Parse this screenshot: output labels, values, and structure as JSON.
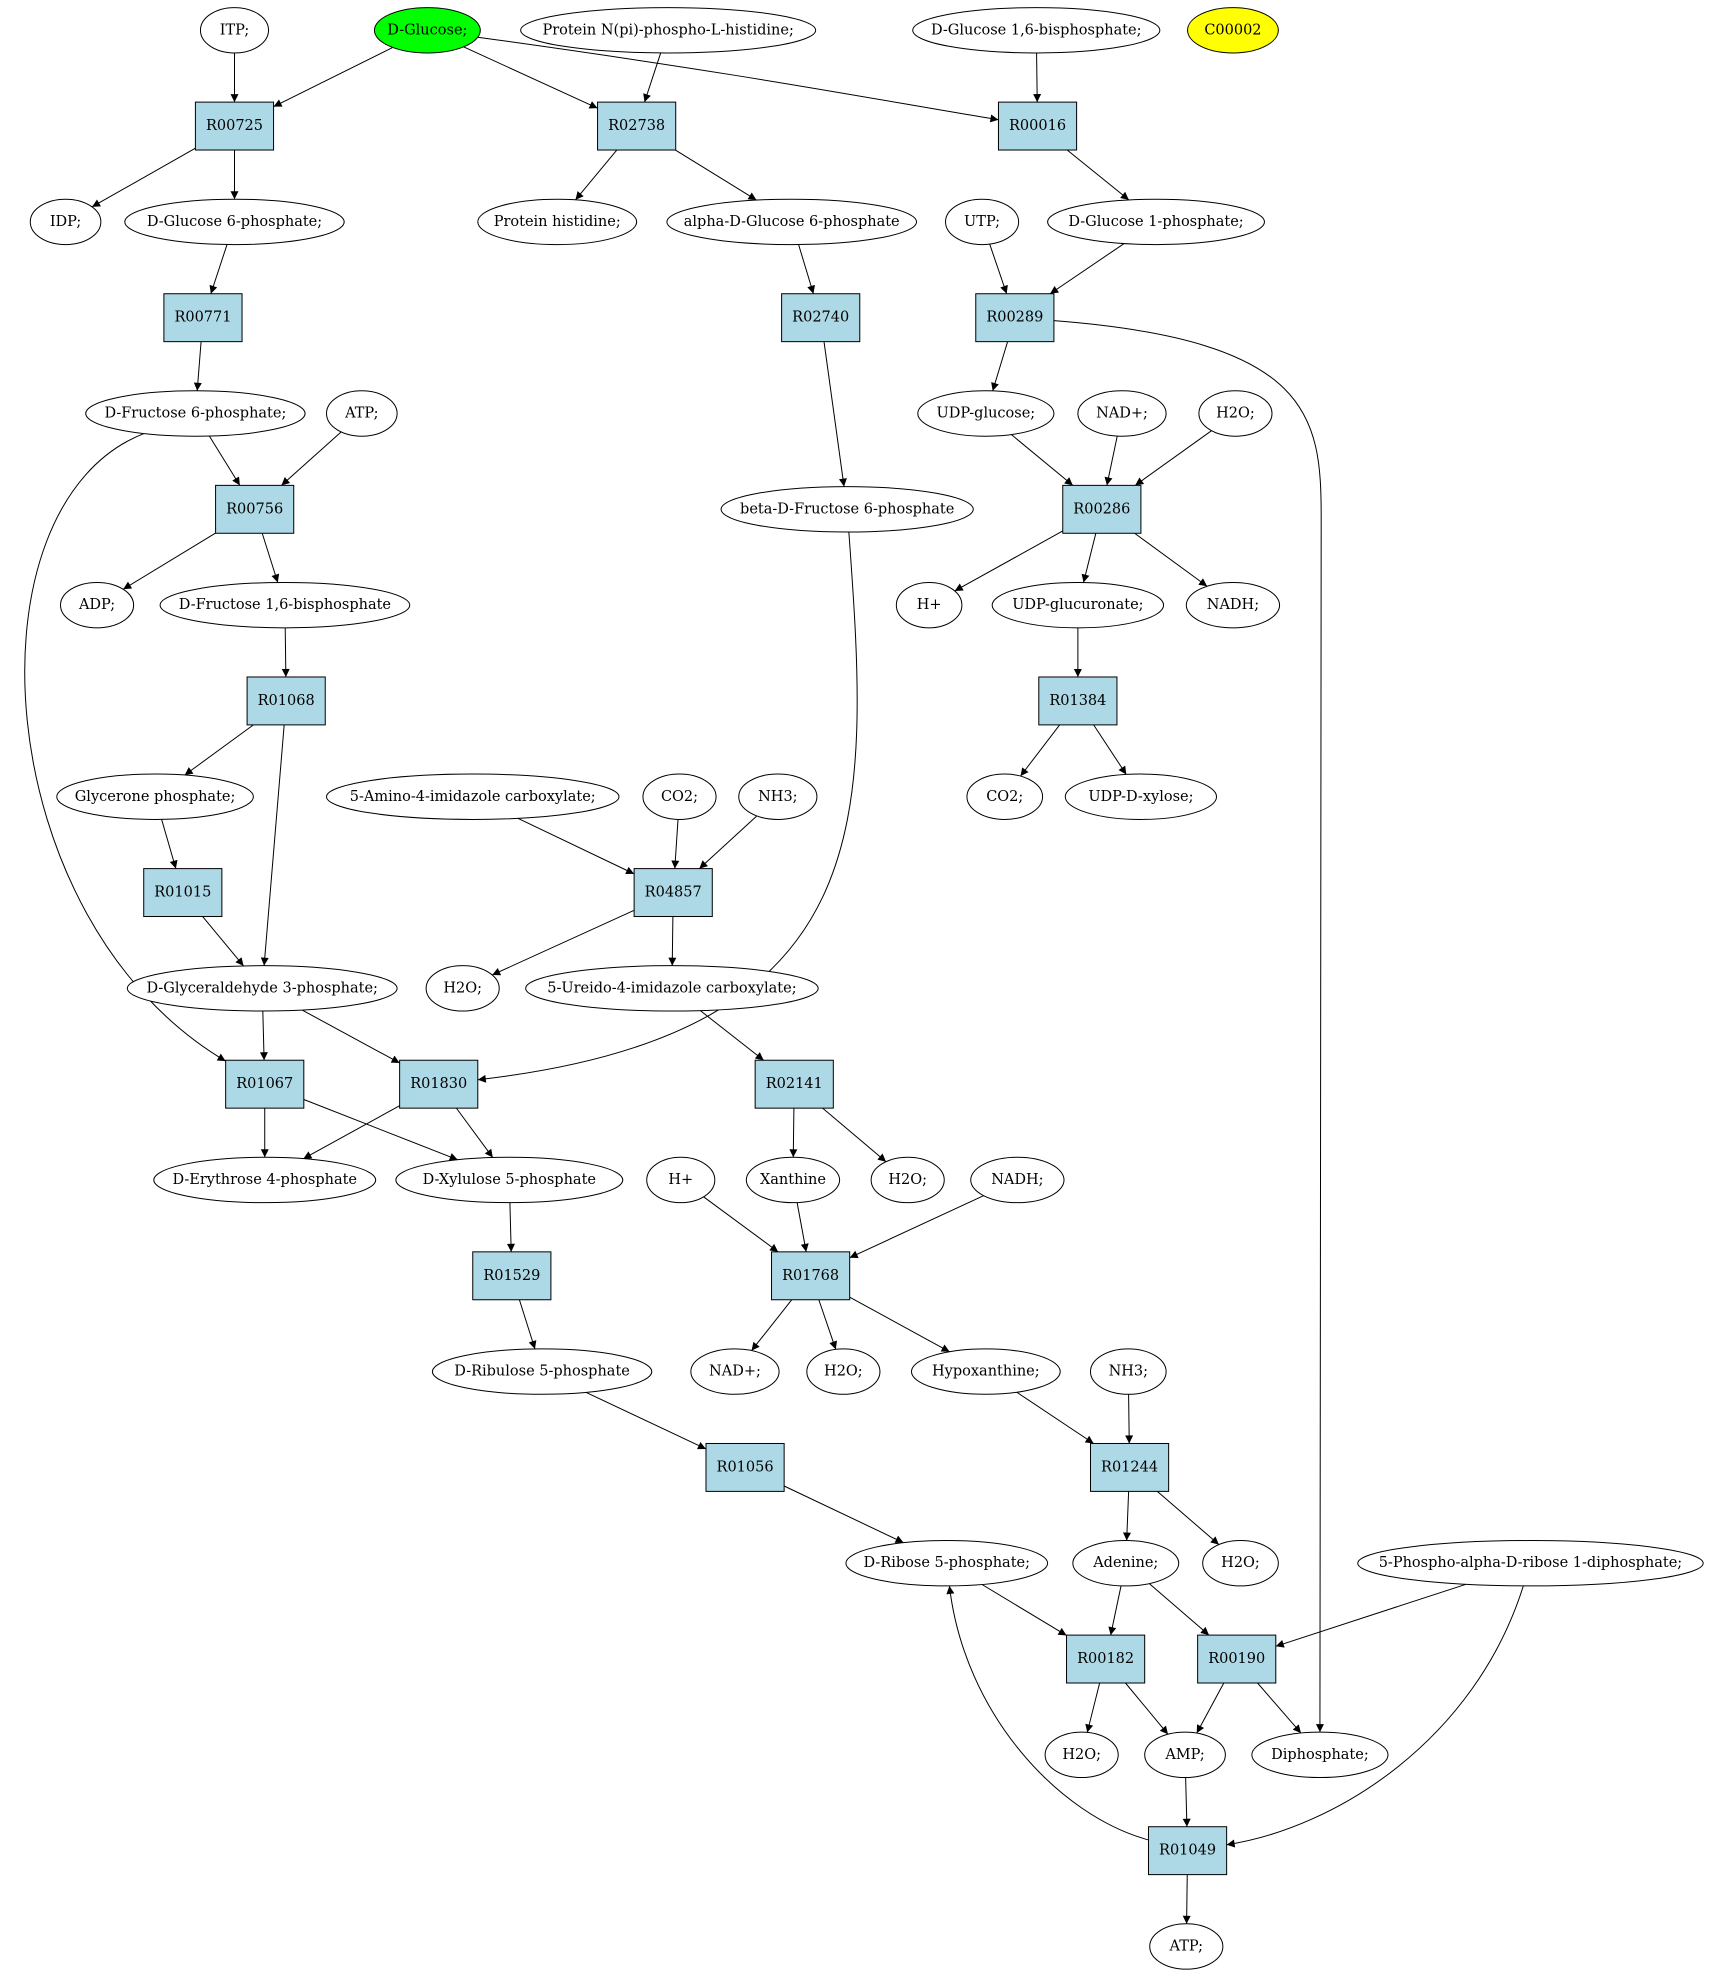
{
  "colors": {
    "reaction_fill": "#add8e6",
    "compound_fill": "#ffffff",
    "source_fill": "#00ff00",
    "marked_fill": "#ffff00",
    "stroke": "#000000"
  },
  "nodes": [
    {
      "id": "itp",
      "label": "ITP;",
      "kind": "compound"
    },
    {
      "id": "dglucose",
      "label": "D-Glucose;",
      "kind": "compound",
      "highlight": "source"
    },
    {
      "id": "protnp",
      "label": "Protein N(pi)-phospho-L-histidine;",
      "kind": "compound"
    },
    {
      "id": "dg16bp",
      "label": "D-Glucose 1,6-bisphosphate;",
      "kind": "compound"
    },
    {
      "id": "c00002",
      "label": "C00002",
      "kind": "compound",
      "highlight": "marked"
    },
    {
      "id": "r00725",
      "label": "R00725",
      "kind": "reaction"
    },
    {
      "id": "r02738",
      "label": "R02738",
      "kind": "reaction"
    },
    {
      "id": "r00016",
      "label": "R00016",
      "kind": "reaction"
    },
    {
      "id": "idp",
      "label": "IDP;",
      "kind": "compound"
    },
    {
      "id": "dg6p",
      "label": "D-Glucose 6-phosphate;",
      "kind": "compound"
    },
    {
      "id": "prothis",
      "label": "Protein histidine;",
      "kind": "compound"
    },
    {
      "id": "adg6p",
      "label": "alpha-D-Glucose 6-phosphate",
      "kind": "compound"
    },
    {
      "id": "utp",
      "label": "UTP;",
      "kind": "compound"
    },
    {
      "id": "dg1p",
      "label": "D-Glucose 1-phosphate;",
      "kind": "compound"
    },
    {
      "id": "r00771",
      "label": "R00771",
      "kind": "reaction"
    },
    {
      "id": "r02740",
      "label": "R02740",
      "kind": "reaction"
    },
    {
      "id": "r00289",
      "label": "R00289",
      "kind": "reaction"
    },
    {
      "id": "df6p",
      "label": "D-Fructose 6-phosphate;",
      "kind": "compound"
    },
    {
      "id": "atp1",
      "label": "ATP;",
      "kind": "compound"
    },
    {
      "id": "udpglc",
      "label": "UDP-glucose;",
      "kind": "compound"
    },
    {
      "id": "nadp1",
      "label": "NAD+;",
      "kind": "compound"
    },
    {
      "id": "h2o1",
      "label": "H2O;",
      "kind": "compound"
    },
    {
      "id": "r00756",
      "label": "R00756",
      "kind": "reaction"
    },
    {
      "id": "bdf6p",
      "label": "beta-D-Fructose 6-phosphate",
      "kind": "compound"
    },
    {
      "id": "r00286",
      "label": "R00286",
      "kind": "reaction"
    },
    {
      "id": "adp",
      "label": "ADP;",
      "kind": "compound"
    },
    {
      "id": "df16bp",
      "label": "D-Fructose 1,6-bisphosphate",
      "kind": "compound"
    },
    {
      "id": "hp1",
      "label": "H+",
      "kind": "compound"
    },
    {
      "id": "udpglcu",
      "label": "UDP-glucuronate;",
      "kind": "compound"
    },
    {
      "id": "nadh1",
      "label": "NADH;",
      "kind": "compound"
    },
    {
      "id": "r01068",
      "label": "R01068",
      "kind": "reaction"
    },
    {
      "id": "r01384",
      "label": "R01384",
      "kind": "reaction"
    },
    {
      "id": "glyp",
      "label": "Glycerone phosphate;",
      "kind": "compound"
    },
    {
      "id": "aica",
      "label": "5-Amino-4-imidazole carboxylate;",
      "kind": "compound"
    },
    {
      "id": "co2a",
      "label": "CO2;",
      "kind": "compound"
    },
    {
      "id": "nh3a",
      "label": "NH3;",
      "kind": "compound"
    },
    {
      "id": "co2b",
      "label": "CO2;",
      "kind": "compound"
    },
    {
      "id": "udpxyl",
      "label": "UDP-D-xylose;",
      "kind": "compound"
    },
    {
      "id": "r01015",
      "label": "R01015",
      "kind": "reaction"
    },
    {
      "id": "r04857",
      "label": "R04857",
      "kind": "reaction"
    },
    {
      "id": "dga3p",
      "label": "D-Glyceraldehyde 3-phosphate;",
      "kind": "compound"
    },
    {
      "id": "h2o2",
      "label": "H2O;",
      "kind": "compound"
    },
    {
      "id": "uica",
      "label": "5-Ureido-4-imidazole carboxylate;",
      "kind": "compound"
    },
    {
      "id": "r01067",
      "label": "R01067",
      "kind": "reaction"
    },
    {
      "id": "r01830",
      "label": "R01830",
      "kind": "reaction"
    },
    {
      "id": "r02141",
      "label": "R02141",
      "kind": "reaction"
    },
    {
      "id": "de4p",
      "label": "D-Erythrose 4-phosphate",
      "kind": "compound"
    },
    {
      "id": "dx5p",
      "label": "D-Xylulose 5-phosphate",
      "kind": "compound"
    },
    {
      "id": "hp2",
      "label": "H+",
      "kind": "compound"
    },
    {
      "id": "xanth",
      "label": "Xanthine",
      "kind": "compound"
    },
    {
      "id": "h2o3",
      "label": "H2O;",
      "kind": "compound"
    },
    {
      "id": "nadh2",
      "label": "NADH;",
      "kind": "compound"
    },
    {
      "id": "r01529",
      "label": "R01529",
      "kind": "reaction"
    },
    {
      "id": "r01768",
      "label": "R01768",
      "kind": "reaction"
    },
    {
      "id": "dr5p",
      "label": "D-Ribulose 5-phosphate",
      "kind": "compound"
    },
    {
      "id": "nadp2",
      "label": "NAD+;",
      "kind": "compound"
    },
    {
      "id": "h2o4",
      "label": "H2O;",
      "kind": "compound"
    },
    {
      "id": "hypox",
      "label": "Hypoxanthine;",
      "kind": "compound"
    },
    {
      "id": "nh3b",
      "label": "NH3;",
      "kind": "compound"
    },
    {
      "id": "r01056",
      "label": "R01056",
      "kind": "reaction"
    },
    {
      "id": "r01244",
      "label": "R01244",
      "kind": "reaction"
    },
    {
      "id": "drib5p",
      "label": "D-Ribose 5-phosphate;",
      "kind": "compound"
    },
    {
      "id": "adenine",
      "label": "Adenine;",
      "kind": "compound"
    },
    {
      "id": "h2o5",
      "label": "H2O;",
      "kind": "compound"
    },
    {
      "id": "prpp",
      "label": "5-Phospho-alpha-D-ribose 1-diphosphate;",
      "kind": "compound"
    },
    {
      "id": "r00182",
      "label": "R00182",
      "kind": "reaction"
    },
    {
      "id": "r00190",
      "label": "R00190",
      "kind": "reaction"
    },
    {
      "id": "h2o6",
      "label": "H2O;",
      "kind": "compound"
    },
    {
      "id": "amp",
      "label": "AMP;",
      "kind": "compound"
    },
    {
      "id": "diphos",
      "label": "Diphosphate;",
      "kind": "compound"
    },
    {
      "id": "r01049",
      "label": "R01049",
      "kind": "reaction"
    },
    {
      "id": "atp2",
      "label": "ATP;",
      "kind": "compound"
    }
  ],
  "edges": [
    [
      "itp",
      "r00725"
    ],
    [
      "dglucose",
      "r00725"
    ],
    [
      "dglucose",
      "r02738"
    ],
    [
      "dglucose",
      "r00016"
    ],
    [
      "protnp",
      "r02738"
    ],
    [
      "dg16bp",
      "r00016"
    ],
    [
      "r00725",
      "idp"
    ],
    [
      "r00725",
      "dg6p"
    ],
    [
      "r02738",
      "prothis"
    ],
    [
      "r02738",
      "adg6p"
    ],
    [
      "r00016",
      "dg1p"
    ],
    [
      "dg6p",
      "r00771"
    ],
    [
      "adg6p",
      "r02740"
    ],
    [
      "utp",
      "r00289"
    ],
    [
      "dg1p",
      "r00289"
    ],
    [
      "r00771",
      "df6p"
    ],
    [
      "r02740",
      "bdf6p"
    ],
    [
      "r00289",
      "udpglc"
    ],
    [
      "r00289",
      "diphos"
    ],
    [
      "df6p",
      "r00756"
    ],
    [
      "atp1",
      "r00756"
    ],
    [
      "df6p",
      "r01067"
    ],
    [
      "udpglc",
      "r00286"
    ],
    [
      "nadp1",
      "r00286"
    ],
    [
      "h2o1",
      "r00286"
    ],
    [
      "r00756",
      "adp"
    ],
    [
      "r00756",
      "df16bp"
    ],
    [
      "r00286",
      "hp1"
    ],
    [
      "r00286",
      "udpglcu"
    ],
    [
      "r00286",
      "nadh1"
    ],
    [
      "df16bp",
      "r01068"
    ],
    [
      "udpglcu",
      "r01384"
    ],
    [
      "r01068",
      "glyp"
    ],
    [
      "r01068",
      "dga3p"
    ],
    [
      "r01384",
      "co2b"
    ],
    [
      "r01384",
      "udpxyl"
    ],
    [
      "glyp",
      "r01015"
    ],
    [
      "aica",
      "r04857"
    ],
    [
      "co2a",
      "r04857"
    ],
    [
      "nh3a",
      "r04857"
    ],
    [
      "r01015",
      "dga3p"
    ],
    [
      "r04857",
      "h2o2"
    ],
    [
      "r04857",
      "uica"
    ],
    [
      "dga3p",
      "r01067"
    ],
    [
      "dga3p",
      "r01830"
    ],
    [
      "bdf6p",
      "r01830"
    ],
    [
      "uica",
      "r02141"
    ],
    [
      "r01067",
      "de4p"
    ],
    [
      "r01067",
      "dx5p"
    ],
    [
      "r01830",
      "de4p"
    ],
    [
      "r01830",
      "dx5p"
    ],
    [
      "r02141",
      "xanth"
    ],
    [
      "r02141",
      "h2o3"
    ],
    [
      "dx5p",
      "r01529"
    ],
    [
      "hp2",
      "r01768"
    ],
    [
      "xanth",
      "r01768"
    ],
    [
      "nadh2",
      "r01768"
    ],
    [
      "r01529",
      "dr5p"
    ],
    [
      "r01768",
      "nadp2"
    ],
    [
      "r01768",
      "h2o4"
    ],
    [
      "r01768",
      "hypox"
    ],
    [
      "dr5p",
      "r01056"
    ],
    [
      "hypox",
      "r01244"
    ],
    [
      "nh3b",
      "r01244"
    ],
    [
      "r01056",
      "drib5p"
    ],
    [
      "r01244",
      "adenine"
    ],
    [
      "r01244",
      "h2o5"
    ],
    [
      "drib5p",
      "r00182"
    ],
    [
      "adenine",
      "r00182"
    ],
    [
      "adenine",
      "r00190"
    ],
    [
      "prpp",
      "r00190"
    ],
    [
      "prpp",
      "r01049"
    ],
    [
      "r00182",
      "h2o6"
    ],
    [
      "r00182",
      "amp"
    ],
    [
      "r00190",
      "amp"
    ],
    [
      "r00190",
      "diphos"
    ],
    [
      "amp",
      "r01049"
    ],
    [
      "r01049",
      "drib5p"
    ],
    [
      "r01049",
      "atp2"
    ]
  ]
}
